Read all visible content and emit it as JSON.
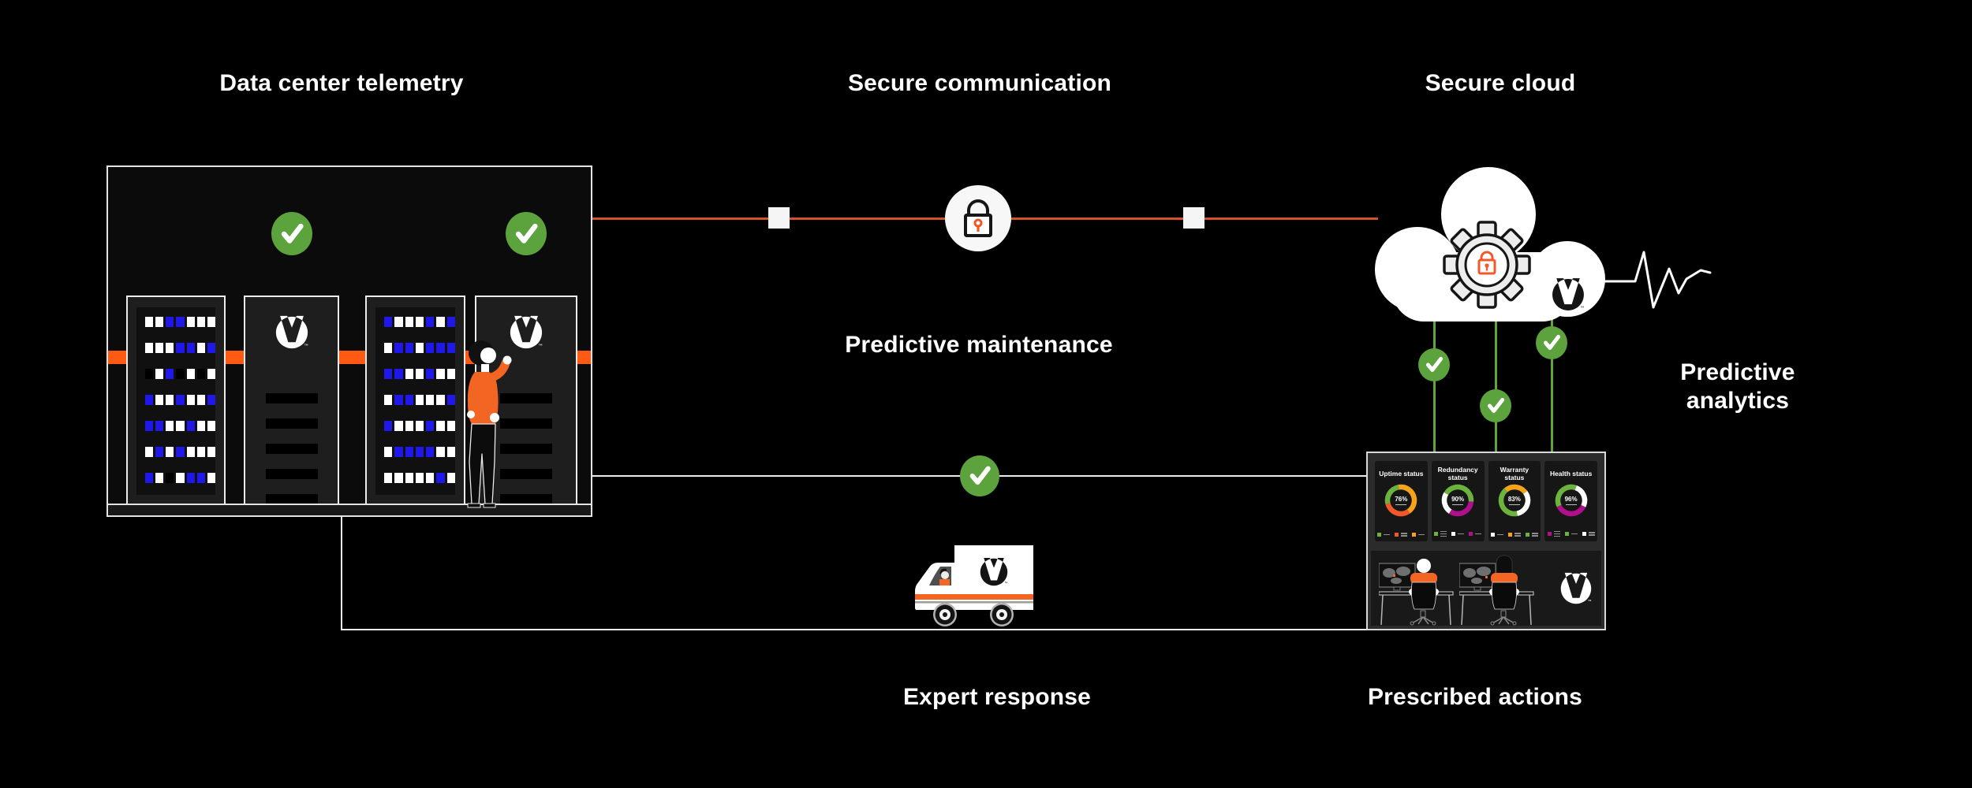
{
  "labels": {
    "telemetry": "Data center telemetry",
    "communication": "Secure communication",
    "cloud": "Secure cloud",
    "maintenance": "Predictive maintenance",
    "response": "Expert response",
    "actions": "Prescribed actions",
    "analytics_line1": "Predictive",
    "analytics_line2": "analytics"
  },
  "palette": {
    "green": "#6cb33e",
    "check_green": "#5ca23d",
    "amber": "#f7a21b",
    "orange": "#f1582a",
    "brand_orange": "#f26522",
    "band_orange": "#ff5a14",
    "comm_line_orange": "#d3512b",
    "magenta": "#b0108c",
    "white": "#ffffff",
    "line_white": "#ececec",
    "led_blue": "#2018e8"
  },
  "icons": {
    "checkmark": "✓",
    "lock": "padlock-outline",
    "gear": "gear-with-lock",
    "cloud": "cloud",
    "truck": "service-van",
    "pulse": "heartbeat-wave",
    "logo": "vertiv-circle-v"
  },
  "datacenter": {
    "rack1_pattern": [
      "wwbbwww",
      "wwwbbwb",
      "kwbkwkw",
      "bwwbwwb",
      "bbwwbww",
      "wbwbwww",
      "bwkwbbw"
    ],
    "rack3_pattern": [
      "bwwwbwb",
      "wbbwbbb",
      "bbwwbww",
      "wbbwwwb",
      "bwwwbww",
      "wbbbbww",
      "wwwwwbw"
    ]
  },
  "dashboard": {
    "cards": [
      {
        "title": "Uptime status",
        "value": "76%",
        "start": -10,
        "segments": [
          {
            "c": "amber",
            "f": 0.43
          },
          {
            "c": "orange",
            "f": 0.31
          },
          {
            "c": "green",
            "f": 0.26
          }
        ],
        "legend": [
          {
            "c": "green",
            "d": 1
          },
          {
            "c": "orange",
            "d": 2
          },
          {
            "c": "amber",
            "d": 1
          }
        ]
      },
      {
        "title": "Redundancy status",
        "value": "90%",
        "start": -60,
        "segments": [
          {
            "c": "green",
            "f": 0.43
          },
          {
            "c": "magenta",
            "f": 0.33
          },
          {
            "c": "white",
            "f": 0.24
          }
        ],
        "legend": [
          {
            "c": "green",
            "d": 3
          },
          {
            "c": "white",
            "d": 1
          },
          {
            "c": "magenta",
            "d": 1
          }
        ]
      },
      {
        "title": "Warranty status",
        "value": "83%",
        "start": -40,
        "segments": [
          {
            "c": "amber",
            "f": 0.26
          },
          {
            "c": "white",
            "f": 0.32
          },
          {
            "c": "green",
            "f": 0.42
          }
        ],
        "legend": [
          {
            "c": "white",
            "d": 1
          },
          {
            "c": "amber",
            "d": 2
          },
          {
            "c": "green",
            "d": 2
          }
        ]
      },
      {
        "title": "Health status",
        "value": "96%",
        "start": -115,
        "segments": [
          {
            "c": "green",
            "f": 0.375
          },
          {
            "c": "white",
            "f": 0.265
          },
          {
            "c": "magenta",
            "f": 0.36
          }
        ],
        "legend": [
          {
            "c": "magenta",
            "d": 3
          },
          {
            "c": "green",
            "d": 1
          },
          {
            "c": "white",
            "d": 2
          }
        ]
      }
    ]
  }
}
